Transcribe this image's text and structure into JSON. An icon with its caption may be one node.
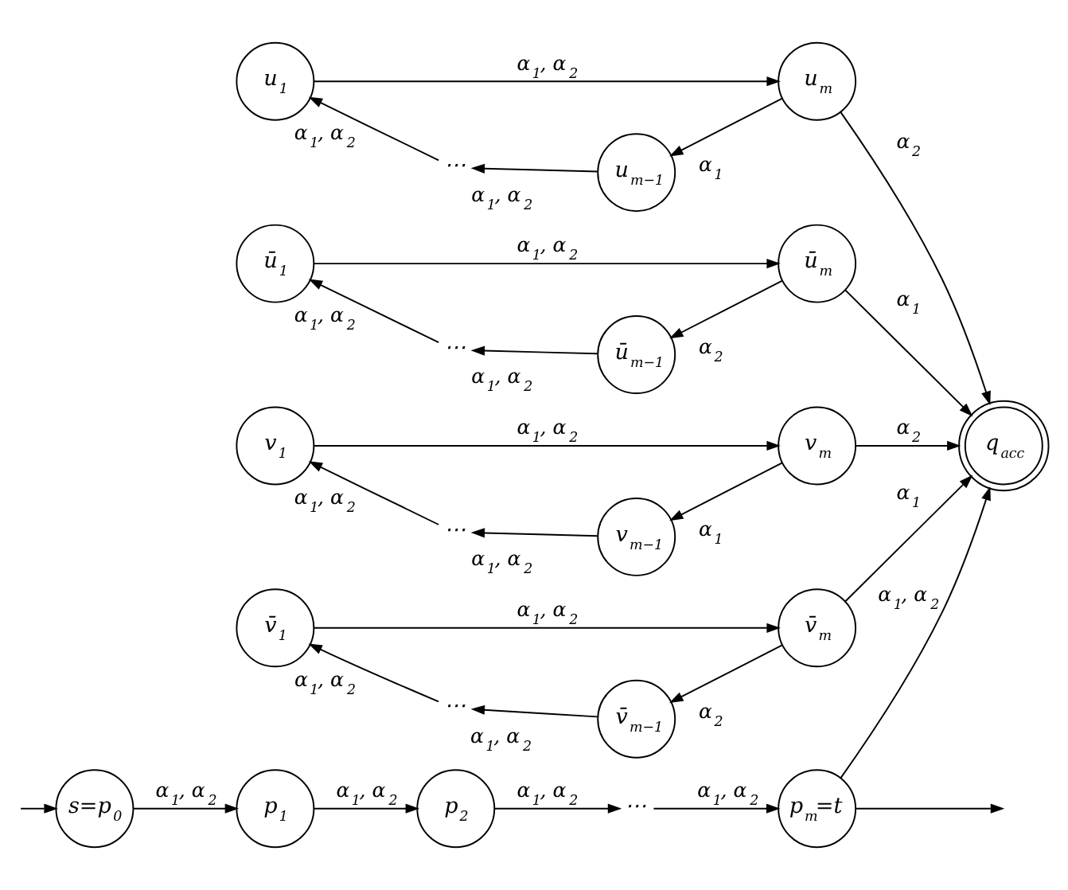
{
  "diagram": {
    "nodes": [
      {
        "text": [
          "u$_{1}$"
        ]
      },
      {
        "text": [
          "⋯"
        ]
      },
      {
        "text": [
          "u$_{m−1}$"
        ]
      },
      {
        "text": [
          "u$_{m}$"
        ]
      },
      {
        "text": [
          "ū$_{1}$"
        ]
      },
      {
        "text": [
          "⋯"
        ]
      },
      {
        "text": [
          "ū$_{m−1}$"
        ]
      },
      {
        "text": [
          "ū$_{m}$"
        ]
      },
      {
        "text": [
          "q$_{acc}$"
        ]
      },
      {
        "text": [
          "v$_{1}$"
        ]
      },
      {
        "text": [
          "⋯"
        ]
      },
      {
        "text": [
          "v$_{m−1}$"
        ]
      },
      {
        "text": [
          "v$_{m}$"
        ]
      },
      {
        "text": [
          "v̄$_{1}$"
        ]
      },
      {
        "text": [
          "⋯"
        ]
      },
      {
        "text": [
          "v̄$_{m−1}$"
        ]
      },
      {
        "text": [
          "v̄$_{m}$"
        ]
      },
      {
        "text": [
          "s=p$_{0}$"
        ]
      },
      {
        "text": [
          "p$_{1}$"
        ]
      },
      {
        "text": [
          "p$_{2}$"
        ]
      },
      {
        "text": [
          "⋯"
        ]
      },
      {
        "text": [
          "p$_{m}$=t"
        ]
      }
    ],
    "edges": [
      {
        "from": 0,
        "to": 3,
        "arrow": "to",
        "label": "α$_{1}$, α$_{2}$"
      },
      {
        "from": 1,
        "to": 0,
        "arrow": "to",
        "label": "α$_{1}$, α$_{2}$"
      },
      {
        "from": 2,
        "to": 1,
        "arrow": "to",
        "label": "α$_{1}$, α$_{2}$"
      },
      {
        "from": 3,
        "to": 2,
        "arrow": "to",
        "label": "α$_{1}$"
      },
      {
        "from": 3,
        "to": 8,
        "arrow": "to",
        "label": "α$_{2}$"
      },
      {
        "from": 4,
        "to": 7,
        "arrow": "to",
        "label": "α$_{1}$, α$_{2}$"
      },
      {
        "from": 5,
        "to": 4,
        "arrow": "to",
        "label": "α$_{1}$, α$_{2}$"
      },
      {
        "from": 6,
        "to": 5,
        "arrow": "to",
        "label": "α$_{1}$, α$_{2}$"
      },
      {
        "from": 7,
        "to": 6,
        "arrow": "to",
        "label": "α$_{2}$"
      },
      {
        "from": 7,
        "to": 8,
        "arrow": "to",
        "label": "α$_{1}$"
      },
      {
        "from": 9,
        "to": 12,
        "arrow": "to",
        "label": "α$_{1}$, α$_{2}$"
      },
      {
        "from": 10,
        "to": 9,
        "arrow": "to",
        "label": "α$_{1}$, α$_{2}$"
      },
      {
        "from": 11,
        "to": 10,
        "arrow": "to",
        "label": "α$_{1}$, α$_{2}$"
      },
      {
        "from": 12,
        "to": 11,
        "arrow": "to",
        "label": "α$_{1}$"
      },
      {
        "from": 12,
        "to": 8,
        "arrow": "to",
        "label": "α$_{2}$"
      },
      {
        "from": 13,
        "to": 16,
        "arrow": "to",
        "label": "α$_{1}$, α$_{2}$"
      },
      {
        "from": 14,
        "to": 13,
        "arrow": "to",
        "label": "α$_{1}$, α$_{2}$"
      },
      {
        "from": 15,
        "to": 14,
        "arrow": "to",
        "label": "α$_{1}$, α$_{2}$"
      },
      {
        "from": 16,
        "to": 15,
        "arrow": "to",
        "label": "α$_{2}$"
      },
      {
        "from": 16,
        "to": 8,
        "arrow": "to",
        "label": "α$_{1}$"
      },
      {
        "from": null,
        "to": 17,
        "arrow": "to"
      },
      {
        "from": 17,
        "to": 18,
        "arrow": "to",
        "label": "α$_{1}$, α$_{2}$"
      },
      {
        "from": 18,
        "to": 19,
        "arrow": "to",
        "label": "α$_{1}$, α$_{2}$"
      },
      {
        "from": 19,
        "to": 20,
        "arrow": "to",
        "label": "α$_{1}$, α$_{2}$"
      },
      {
        "from": 20,
        "to": 21,
        "arrow": "to",
        "label": "α$_{1}$, α$_{2}$"
      },
      {
        "from": 21,
        "to": null,
        "arrow": "to"
      },
      {
        "from": 21,
        "to": 8,
        "arrow": "to",
        "label": "α$_{1}$, α$_{2}$"
      }
    ]
  }
}
